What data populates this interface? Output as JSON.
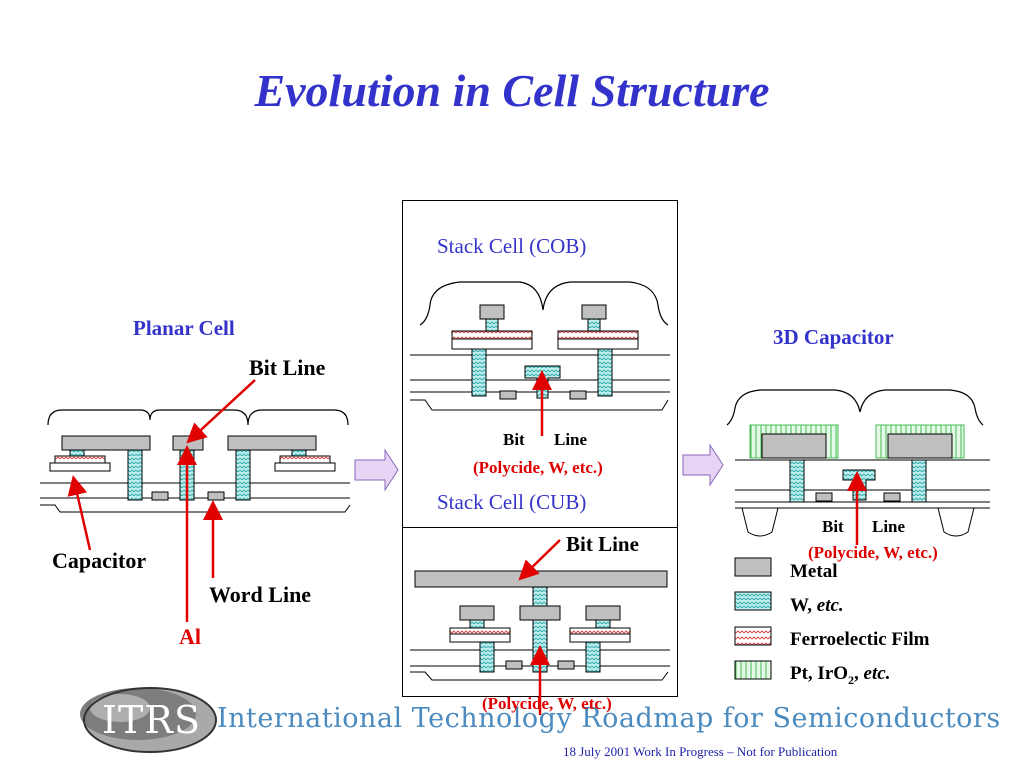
{
  "title": "Evolution in Cell Structure",
  "planar": {
    "heading": "Planar Cell",
    "bit_line": "Bit Line",
    "capacitor": "Capacitor",
    "word_line": "Word Line",
    "al": "Al"
  },
  "cob": {
    "heading": "Stack Cell (COB)",
    "bit": "Bit",
    "line": "Line",
    "material": "(Polycide, W, etc.)"
  },
  "cub": {
    "heading": "Stack Cell (CUB)",
    "bit_line": "Bit Line",
    "material": "(Polycide, W, etc.)"
  },
  "capacitor3d": {
    "heading": "3D Capacitor",
    "bit": "Bit",
    "line": "Line",
    "material": "(Polycide, W, etc.)"
  },
  "legend": {
    "items": [
      {
        "label": "Metal",
        "icon": "metal-swatch"
      },
      {
        "label_prefix": "W, ",
        "label_italic": "etc.",
        "icon": "tungsten-swatch"
      },
      {
        "label": "Ferroelectic Film",
        "icon": "ferroelectric-swatch"
      },
      {
        "label_prefix": "Pt, IrO",
        "label_sub": "2",
        "label_mid": ", ",
        "label_italic": "etc.",
        "icon": "platinum-swatch"
      }
    ]
  },
  "logo": {
    "mark": "ITRS",
    "text": "International Technology Roadmap for Semiconductors"
  },
  "footer": "18 July 2001 Work In Progress – Not for Publication",
  "colors": {
    "title": "#3333cc",
    "accent_red": "#e00000",
    "metal": "#c0c0c0",
    "tungsten": "#bfeeee",
    "arrow_fill": "#e8d4f4"
  }
}
